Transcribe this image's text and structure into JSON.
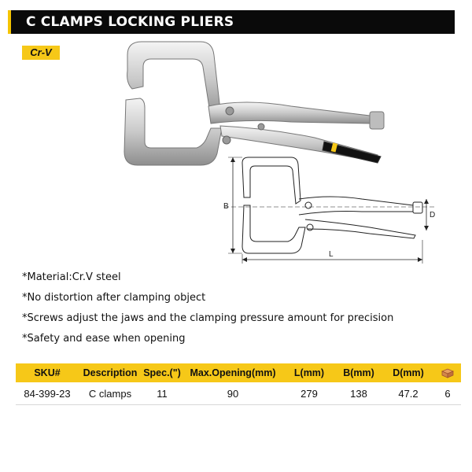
{
  "header": {
    "title": "C CLAMPS LOCKING PLIERS"
  },
  "badge": {
    "label": "Cr-V"
  },
  "diagram": {
    "label_b": "B",
    "label_l": "L",
    "label_d": "D"
  },
  "features": [
    "*Material:Cr.V steel",
    "*No distortion after clamping object",
    "*Screws adjust the jaws and the clamping pressure amount for precision",
    "*Safety and ease when opening"
  ],
  "table": {
    "headers": {
      "sku": "SKU#",
      "description": "Description",
      "spec": "Spec.(\")",
      "max_opening": "Max.Opening(mm)",
      "l": "L(mm)",
      "b": "B(mm)",
      "d": "D(mm)",
      "pack": "pack-icon"
    },
    "rows": [
      {
        "sku": "84-399-23",
        "description": "C clamps",
        "spec": "11",
        "max_opening": "90",
        "l": "279",
        "b": "138",
        "d": "47.2",
        "pack": "6"
      }
    ]
  },
  "colors": {
    "accent": "#f6c818",
    "title_bg": "#0a0a0a"
  }
}
